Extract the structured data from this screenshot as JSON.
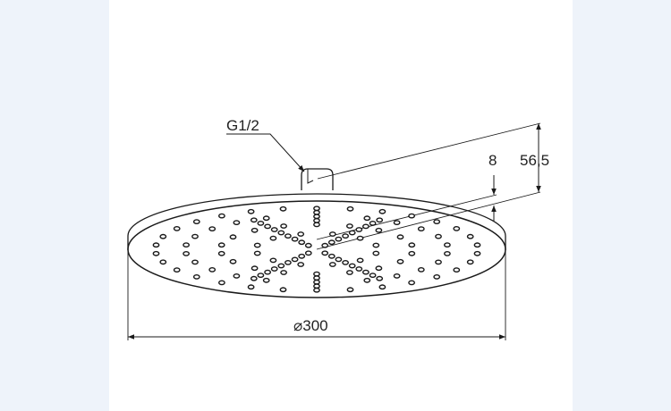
{
  "drawing": {
    "thread_label": "G1/2",
    "face_height_label": "8",
    "total_height_label": "56,5",
    "diameter_symbol": "⌀",
    "diameter_value": "300"
  },
  "colors": {
    "line": "#1a1a1a",
    "side_background": "#eef3fa",
    "panel": "#ffffff"
  }
}
